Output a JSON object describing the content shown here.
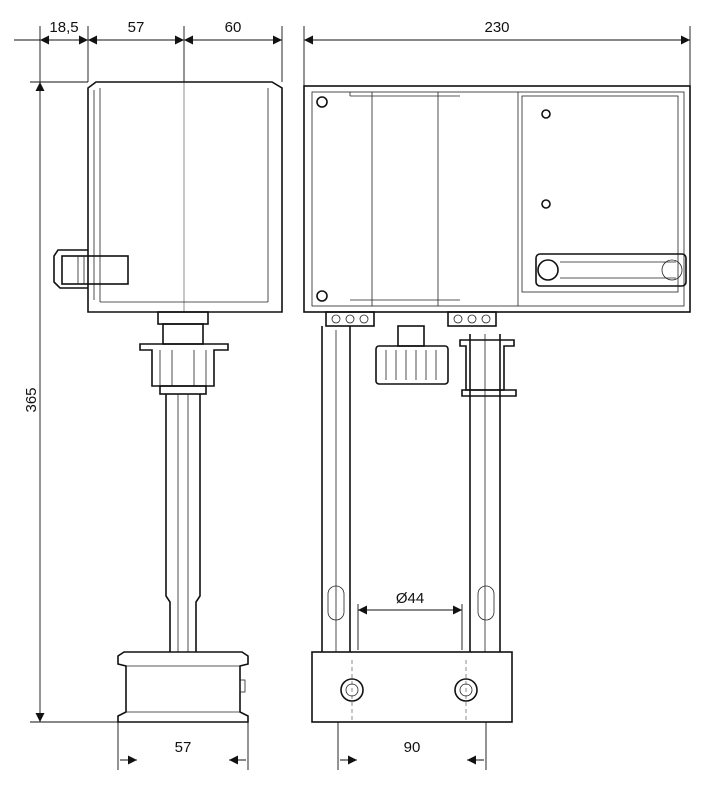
{
  "dimensions": {
    "top_width_left": "18,5",
    "top_width_mid": "57",
    "top_width_right": "60",
    "top_overall": "230",
    "height_overall": "365",
    "bottom_left": "57",
    "bottom_right": "90",
    "diameter": "Ø44"
  }
}
